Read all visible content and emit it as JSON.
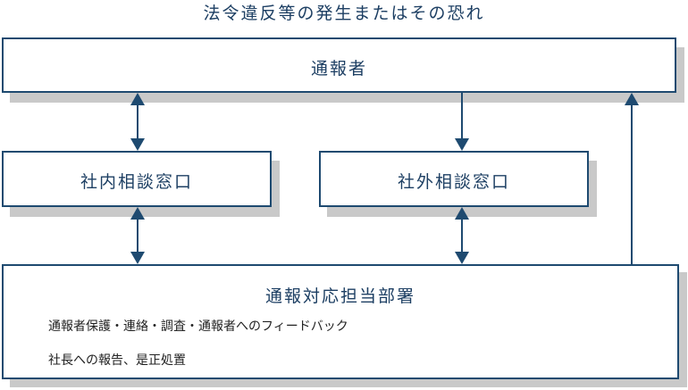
{
  "title": "法令違反等の発生またはその恐れ",
  "nodes": {
    "reporter": "通報者",
    "internal_desk": "社内相談窓口",
    "external_desk": "社外相談窓口",
    "handling_dept": {
      "label": "通報対応担当部署",
      "duties": [
        "通報者保護・連絡・調査・通報者へのフィードバック",
        "社長への報告、是正処置"
      ]
    }
  },
  "colors": {
    "line": "#1e4a70",
    "text": "#1d3f63",
    "shadow": "#c9c9c9"
  }
}
